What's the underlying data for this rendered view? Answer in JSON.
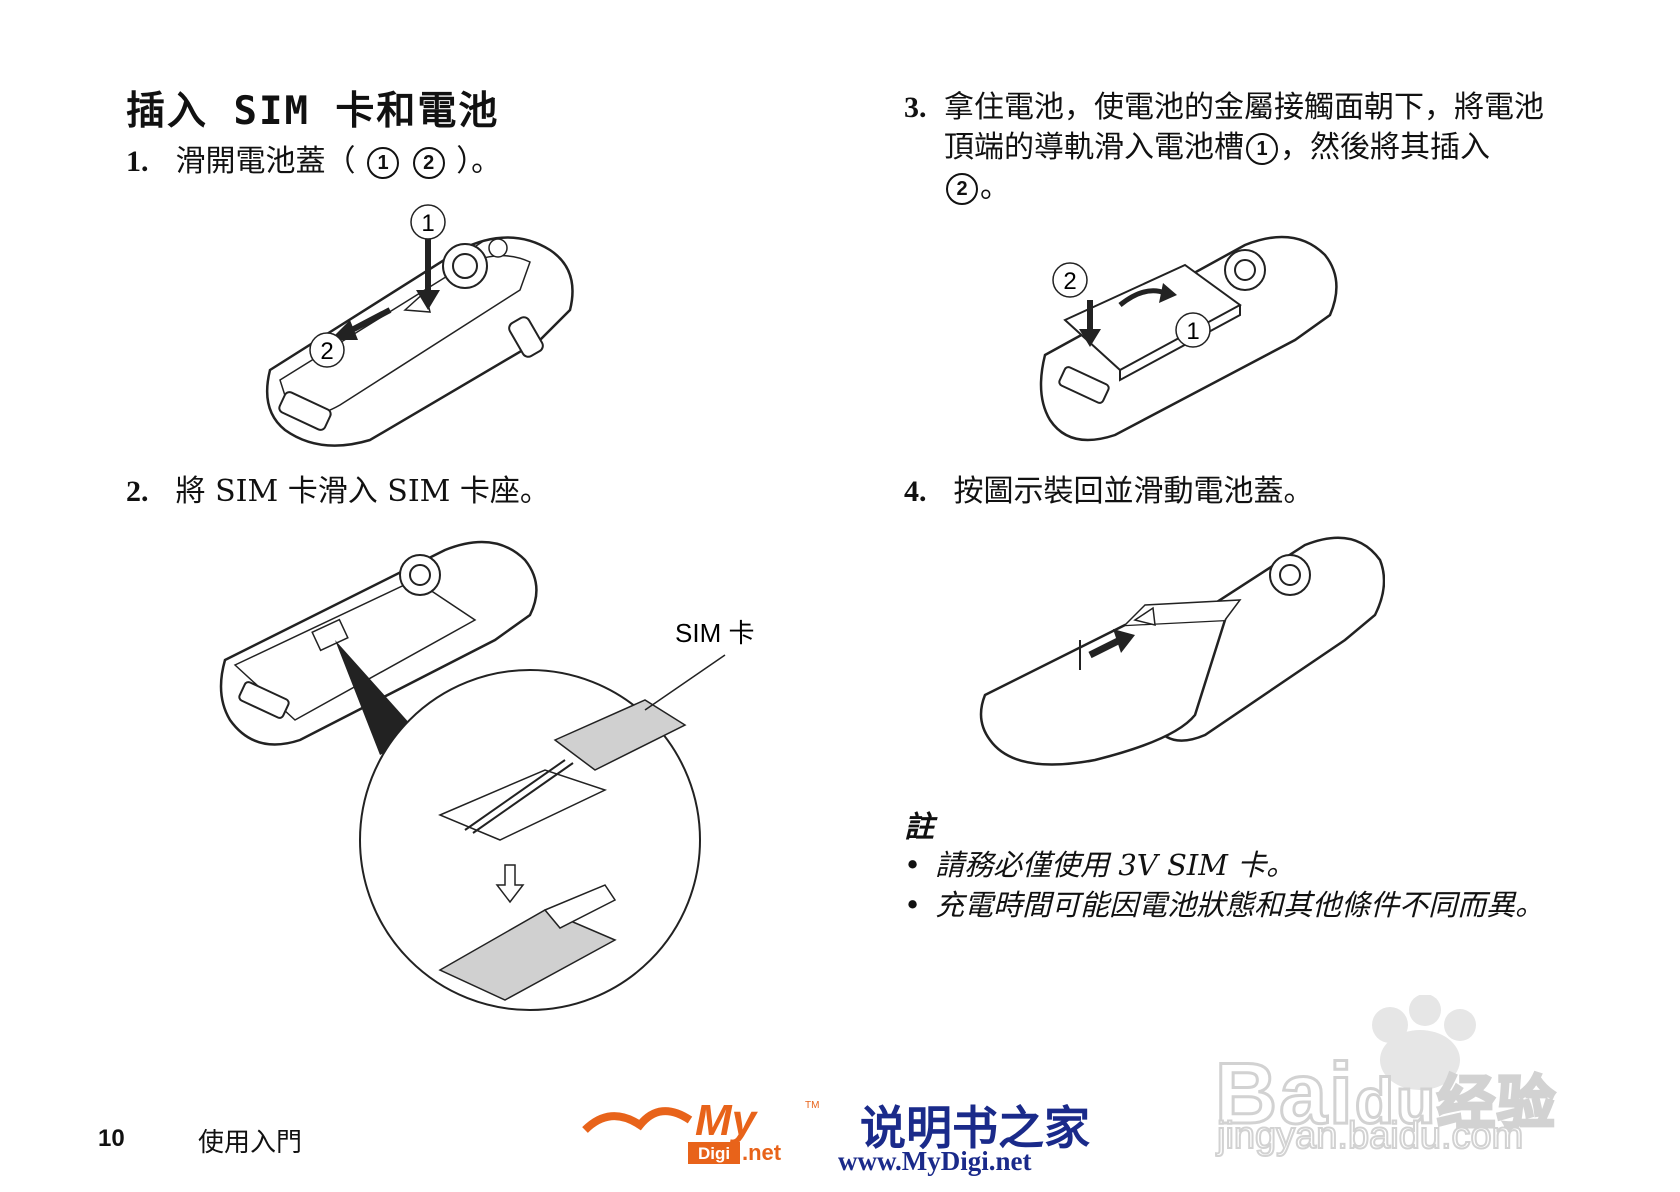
{
  "title": "插入 SIM 卡和電池",
  "steps": [
    {
      "num": "1.",
      "pre": "滑開電池蓋（",
      "c1": "1",
      "c2": "2",
      "post": "）。"
    },
    {
      "num": "2.",
      "text": "將 SIM 卡滑入 SIM 卡座。"
    },
    {
      "num": "3.",
      "line1": "拿住電池，使電池的金屬接觸面朝下，將電池",
      "line2a": "頂端的導軌滑入電池槽",
      "c1": "1",
      "line2b": "，然後將其插入",
      "c2": "2",
      "line3": "。"
    },
    {
      "num": "4.",
      "text": "按圖示裝回並滑動電池蓋。"
    }
  ],
  "figure_labels": {
    "fig1_c1": "1",
    "fig1_c2": "2",
    "sim_card": "SIM 卡",
    "fig3_c1": "1",
    "fig3_c2": "2"
  },
  "note": {
    "heading": "註",
    "bullets": [
      "請務必僅使用 3V SIM 卡。",
      "充電時間可能因電池狀態和其他條件不同而異。"
    ]
  },
  "footer": {
    "page": "10",
    "section": "使用入門"
  },
  "watermark": {
    "my_logo": "My",
    "tm": "TM",
    "digi": "Digi",
    "net": ".net",
    "cn_title": "说明书之家",
    "url": "www.MyDigi.net",
    "baidu_main": "Bai",
    "baidu_du": "du",
    "baidu_jy": "经验",
    "baidu_url": "jingyan.baidu.com"
  }
}
